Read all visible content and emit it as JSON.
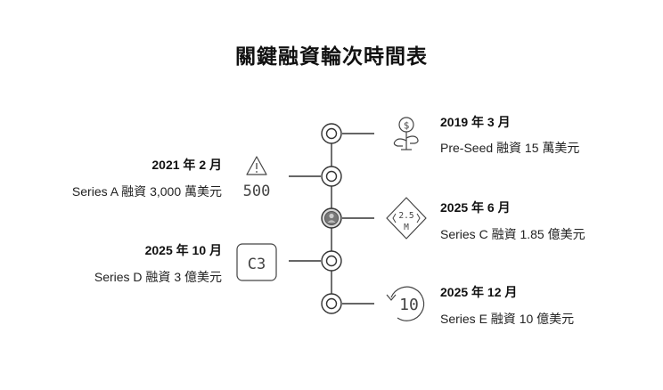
{
  "title": "關鍵融資輪次時間表",
  "events": [
    {
      "date": "2019 年 3 月",
      "desc": "Pre-Seed 融資 15 萬美元",
      "side": "right",
      "icon": "money-tree-icon"
    },
    {
      "date": "2021 年 2 月",
      "desc": "Series A 融資 3,000 萬美元",
      "side": "left",
      "icon": "warning-500-icon"
    },
    {
      "date": "2025 年 6 月",
      "desc": "Series C 融資 1.85 億美元",
      "side": "right",
      "icon": "diamond-2-5m-icon"
    },
    {
      "date": "2025 年 10 月",
      "desc": "Series D 融資 3 億美元",
      "side": "left",
      "icon": "c3-box-icon"
    },
    {
      "date": "2025 年 12 月",
      "desc": "Series E 融資 10 億美元",
      "side": "right",
      "icon": "replay-10-icon"
    }
  ],
  "icons": {
    "warning_text": "500",
    "diamond_text_top": "2.5",
    "diamond_text_bottom": "M",
    "box_text": "C3",
    "replay_text": "10",
    "money_text": "$"
  },
  "colors": {
    "line": "#333333",
    "node_fill": "#ffffff",
    "node_avatar": "#777777"
  }
}
